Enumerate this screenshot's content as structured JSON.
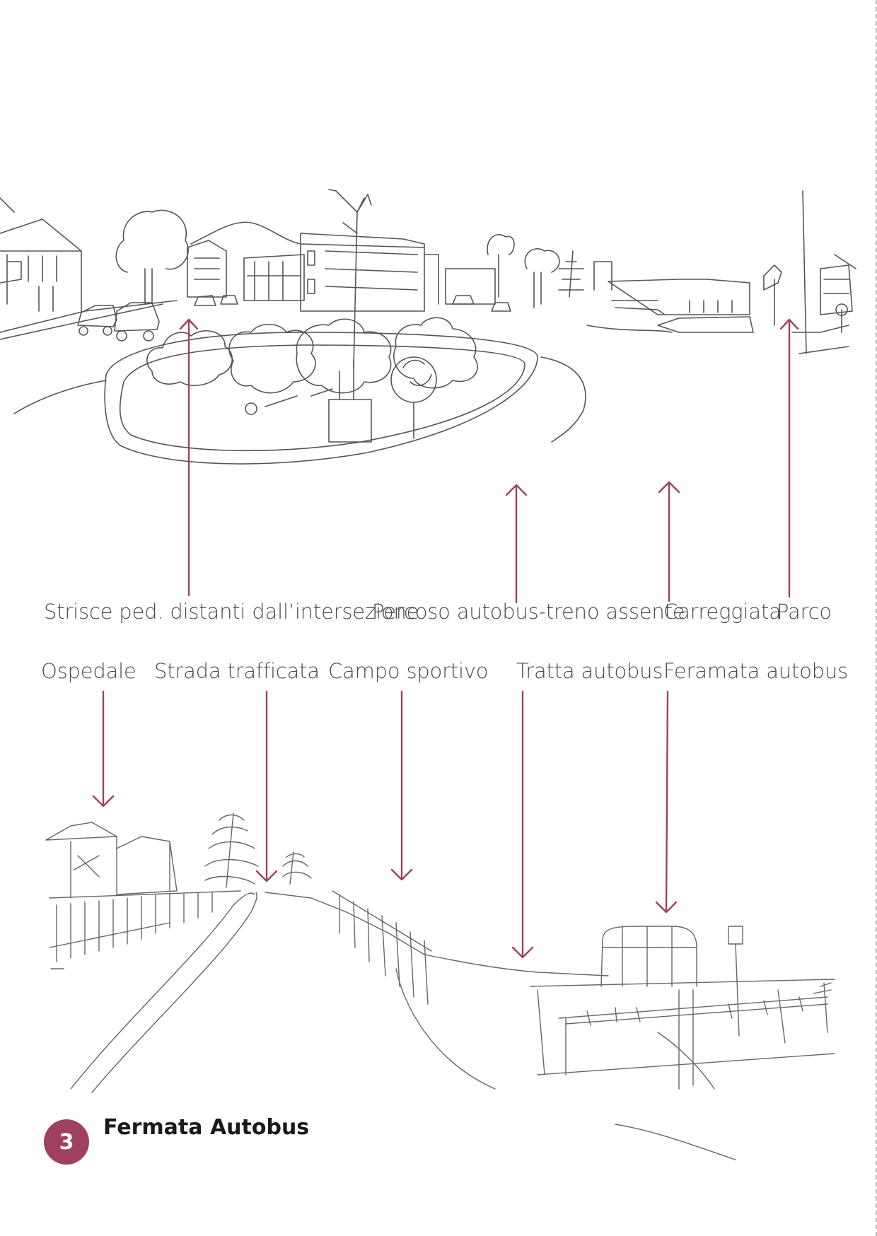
{
  "colors": {
    "accent": "#a0405f",
    "sketch": "#555555"
  },
  "labels_top": [
    "Strisce ped. distanti dall’intersezione",
    "Percoso autobus-treno assente",
    "Carreggiata",
    "Parco"
  ],
  "labels_bottom": [
    "Ospedale",
    "Strada trafficata",
    "Campo sportivo",
    "Tratta autobus",
    "Feramata autobus"
  ],
  "footer": {
    "number": "3",
    "title": "Fermata Autobus"
  }
}
